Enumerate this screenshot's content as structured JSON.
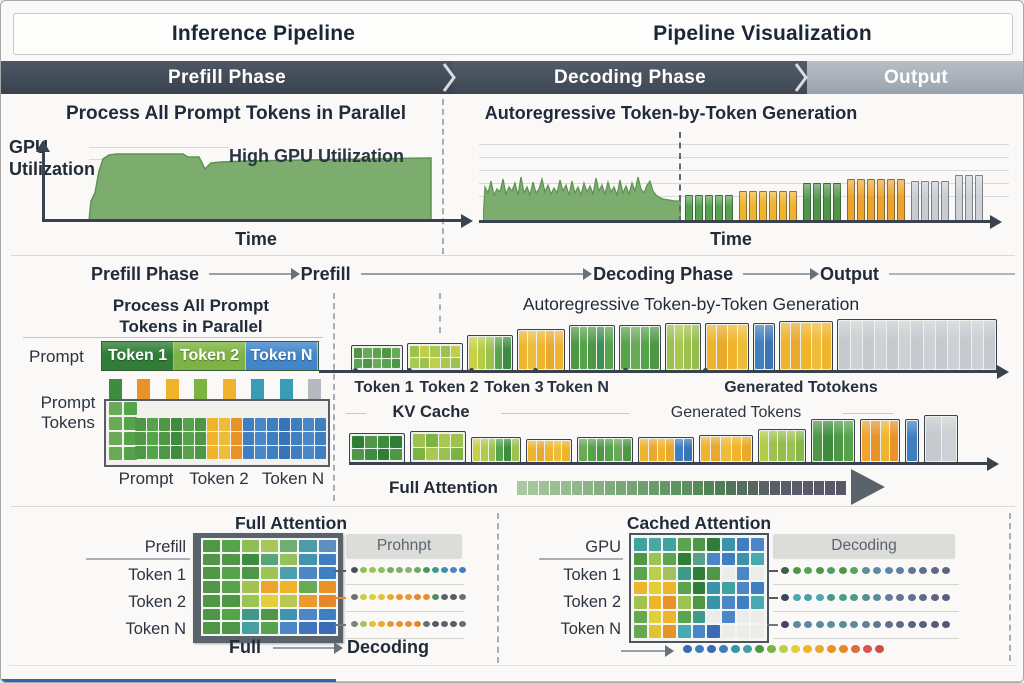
{
  "colors": {
    "ink": "#212b3a",
    "axis": "#39424d",
    "banner_dark": "#39434f",
    "banner_dark_hi": "#4d5764",
    "banner_mid": "#3e4854",
    "banner_mid_hi": "#525c69",
    "banner_light": "#9aa3ad",
    "banner_light_hi": "#b8bec6",
    "green_area": "#7cad6e",
    "green_stroke": "#5e9254",
    "gold": "#f0b42c",
    "orange": "#e8922a",
    "blue": "#3f7fc1",
    "teal": "#3a9bb5"
  },
  "header": {
    "left_title": "Inference Pipeline",
    "right_title": "Pipeline Visualization"
  },
  "banner": {
    "prefill": "Prefill Phase",
    "decoding": "Decoding Phase",
    "output": "Output"
  },
  "top_left": {
    "heading": "Process All Prompt Tokens in Parallel",
    "y_axis_line1": "GPU",
    "y_axis_line2": "Utilization",
    "annotation": "High GPU Utilization",
    "x_axis": "Time"
  },
  "top_right": {
    "heading": "Autoregressive Token-by-Token Generation",
    "x_axis": "Time",
    "bar_groups": [
      {
        "color": "#55a34a",
        "count": 5,
        "h": 26
      },
      {
        "color": "#f0b42c",
        "count": 6,
        "h": 30
      },
      {
        "color": "#4f9747",
        "count": 4,
        "h": 38
      },
      {
        "color": "#eda42c",
        "count": 6,
        "h": 42
      },
      {
        "color": "#c9ccd1",
        "count": 4,
        "h": 40
      },
      {
        "color": "#ced1d6",
        "count": 3,
        "h": 46
      }
    ]
  },
  "flow": {
    "s0": "Prefill Phase",
    "s1": "Prefill",
    "s2": "Decoding Phase",
    "s3": "Output"
  },
  "mid_left": {
    "heading1": "Process All Prompt",
    "heading2": "Tokens in Parallel",
    "prompt_label": "Prompt",
    "tokens": [
      {
        "label": "Token 1",
        "color": "#2f7d36"
      },
      {
        "label": "Token 2",
        "color": "#7cb342"
      },
      {
        "label": "Token N",
        "color": "#4285c8"
      }
    ],
    "stems": [
      "#3e8c3e",
      "#e8922a",
      "#f0b42c",
      "#7cb342",
      "#f0b42c",
      "#3a9bb5",
      "#3a9bb5",
      "#b5b9bf"
    ],
    "side1": "Prompt",
    "side2": "Tokens",
    "left_block": {
      "rows": 4,
      "cols": 2,
      "cellw": 13,
      "cellh": 13,
      "colors": [
        "#68aa55",
        "#55a34a"
      ]
    },
    "main_grid": {
      "rows": 3,
      "cols": 16,
      "cellw": 11,
      "cellh": 13,
      "col_colors": [
        "#4f9747",
        "#55a34a",
        "#4f9747",
        "#3e8c3e",
        "#55a34a",
        "#4f9747",
        "#f0b42c",
        "#edbc3a",
        "#e8922a",
        "#3f7fc1",
        "#4b86c6",
        "#3f7fc1",
        "#3a74b8",
        "#3f7fc1",
        "#4b86c6",
        "#3f7fc1"
      ]
    },
    "bottom_labels": [
      "Prompt",
      "Token 2",
      "Token N"
    ]
  },
  "mid_right": {
    "heading": "Autoregressive Token-by-Token Generation",
    "row1_labels": [
      "Token 1",
      "Token 2",
      "Token 3",
      "Token N",
      "Generated Totokens"
    ],
    "kv_label": "KV Cache",
    "gen_label": "Generated Tokens",
    "fa_label": "Full Attention",
    "row1_blocks": [
      {
        "kind": "grid",
        "w": 52,
        "h": 26,
        "rows": 2,
        "cols": 5,
        "colors": [
          "#4f9747",
          "#68aa55",
          "#5aa44f"
        ]
      },
      {
        "kind": "grid",
        "w": 56,
        "h": 28,
        "rows": 2,
        "cols": 5,
        "colors": [
          "#9dc14f",
          "#c0cf4a",
          "#a9c84f"
        ]
      },
      {
        "kind": "bars",
        "w": 46,
        "h": 36,
        "colors": [
          "#c9d048",
          "#b3cb45",
          "#9dc14f",
          "#55a34a",
          "#3e8c3e"
        ]
      },
      {
        "kind": "bars",
        "w": 48,
        "h": 42,
        "colors": [
          "#f0b42c",
          "#edbc3a",
          "#f0b42c",
          "#e9a92e",
          "#f0b42c"
        ]
      },
      {
        "kind": "bars",
        "w": 46,
        "h": 46,
        "colors": [
          "#4f9747",
          "#55a34a",
          "#4f9747",
          "#3f8f55",
          "#55a34a"
        ]
      },
      {
        "kind": "bars",
        "w": 42,
        "h": 46,
        "colors": [
          "#55a34a",
          "#68aa55",
          "#55a34a",
          "#4f9747"
        ]
      },
      {
        "kind": "bars",
        "w": 36,
        "h": 48,
        "colors": [
          "#9dc14f",
          "#a9c84f",
          "#9dc14f",
          "#93bd4c"
        ]
      },
      {
        "kind": "bars",
        "w": 44,
        "h": 48,
        "colors": [
          "#f0b42c",
          "#e9a92e",
          "#f0b42c",
          "#edbc3a"
        ]
      },
      {
        "kind": "bars",
        "w": 22,
        "h": 48,
        "colors": [
          "#3f7fc1",
          "#3a74b8"
        ]
      },
      {
        "kind": "bars",
        "w": 54,
        "h": 50,
        "colors": [
          "#f0b42c",
          "#e9a92e",
          "#f0b42c",
          "#edbc3a",
          "#f0b42c"
        ]
      },
      {
        "kind": "bars",
        "w": 160,
        "h": 52,
        "colors": [
          "#c6c9ce",
          "#cdd0d4",
          "#c6c9ce",
          "#cdd0d4",
          "#c6c9ce",
          "#cdd0d4",
          "#c6c9ce",
          "#cdd0d4",
          "#c6c9ce",
          "#cdd0d4",
          "#c6c9ce",
          "#cdd0d4",
          "#c6c9ce"
        ]
      }
    ],
    "row1_ticks": [
      352,
      406,
      468,
      532,
      622,
      702
    ],
    "row2_blocks": [
      {
        "kind": "grid",
        "w": 56,
        "h": 30,
        "rows": 2,
        "cols": 4,
        "colors": [
          "#2f7d36",
          "#4f9747",
          "#3e8c3e"
        ]
      },
      {
        "kind": "grid",
        "w": 56,
        "h": 32,
        "rows": 2,
        "cols": 4,
        "colors": [
          "#9dc14f",
          "#7cb342",
          "#a9c84f"
        ]
      },
      {
        "kind": "bars",
        "w": 50,
        "h": 26,
        "colors": [
          "#c9d048",
          "#b3cb45",
          "#9dc14f",
          "#55a34a",
          "#3e8c3e",
          "#9dc14f"
        ]
      },
      {
        "kind": "bars",
        "w": 46,
        "h": 24,
        "colors": [
          "#f0b42c",
          "#e9a92e",
          "#f0b42c",
          "#edbc3a",
          "#f0b42c"
        ]
      },
      {
        "kind": "bars",
        "w": 56,
        "h": 26,
        "colors": [
          "#68aa55",
          "#55a34a",
          "#4f9747",
          "#55a34a",
          "#68aa55",
          "#4f9747"
        ]
      },
      {
        "kind": "bars",
        "w": 56,
        "h": 26,
        "colors": [
          "#f0b42c",
          "#e9a92e",
          "#f0b42c",
          "#e9a92e",
          "#3f7fc1",
          "#3a74b8"
        ]
      },
      {
        "kind": "bars",
        "w": 54,
        "h": 28,
        "colors": [
          "#f0b42c",
          "#e9a92e",
          "#edbc3a",
          "#f0b42c",
          "#e9a92e"
        ]
      },
      {
        "kind": "bars",
        "w": 48,
        "h": 34,
        "colors": [
          "#b3cb45",
          "#9dc14f",
          "#93bd4c",
          "#9dc14f",
          "#86b84a"
        ]
      },
      {
        "kind": "bars",
        "w": 44,
        "h": 44,
        "colors": [
          "#4f9747",
          "#3e8c3e",
          "#4f9747",
          "#55a34a"
        ]
      },
      {
        "kind": "bars",
        "w": 40,
        "h": 44,
        "colors": [
          "#f0a42c",
          "#e8922a",
          "#f0b42c",
          "#e8922a"
        ]
      },
      {
        "kind": "bars",
        "w": 14,
        "h": 44,
        "colors": [
          "#3f7fc1"
        ]
      },
      {
        "kind": "bars",
        "w": 34,
        "h": 48,
        "colors": [
          "#c6c9ce",
          "#cdd0d4"
        ]
      }
    ],
    "fa_squares": [
      "#a9c9a1",
      "#a4c69d",
      "#9fc298",
      "#9abf94",
      "#95bb8f",
      "#8fb78a",
      "#8ab386",
      "#85af81",
      "#80ab7d",
      "#7aa778",
      "#75a374",
      "#709f6f",
      "#6b9b6b",
      "#659766",
      "#609362",
      "#5b8f5d",
      "#568b59",
      "#528355",
      "#527b57",
      "#53745a",
      "#556d5c",
      "#566760",
      "#586163",
      "#595e66",
      "#5a5c68",
      "#5b5b69",
      "#5b5a69",
      "#5a5968",
      "#595867",
      "#585766"
    ]
  },
  "bottom_left": {
    "title": "Full Attention",
    "row_labels": [
      "Prefill",
      "Token 1",
      "Token 2",
      "Token N"
    ],
    "panel_header": "Prohnpt",
    "foot1": "Full",
    "foot2": "Decoding",
    "matrix": [
      [
        "#4f9747",
        "#55a34a",
        "#8fbf52",
        "#a9c65a",
        "#6fae72",
        "#4f9aa8",
        "#5a8fc0"
      ],
      [
        "#4f9747",
        "#4f9747",
        "#3e8c3e",
        "#57a476",
        "#94c05e",
        "#3e95ad",
        "#3f7fc1"
      ],
      [
        "#4f9747",
        "#55a34a",
        "#4f9747",
        "#9ec455",
        "#4d9fae",
        "#4b86c6",
        "#3f7fc1"
      ],
      [
        "#4f9747",
        "#55a34a",
        "#a3c24f",
        "#f0a42c",
        "#f0b42c",
        "#68aa55",
        "#e8922a"
      ],
      [
        "#4f9747",
        "#4f9747",
        "#9cc455",
        "#e3cf3a",
        "#b9c84f",
        "#ec9a2e",
        "#e8862a"
      ],
      [
        "#4f9747",
        "#55a34a",
        "#3f9a8a",
        "#4f9747",
        "#3e95ad",
        "#4b86c6",
        "#3f7fc1"
      ],
      [
        "#4f9747",
        "#4f9747",
        "#45a0a0",
        "#55a34a",
        "#4b86c6",
        "#4273bd",
        "#3a6cb5"
      ]
    ],
    "dots1": [
      "#4a4f55",
      "#8fbf5a",
      "#9cc455",
      "#8fbf5a",
      "#76ad5e",
      "#7fae68",
      "#88b274",
      "#6fa86a",
      "#3f9a5c",
      "#3f9a8a",
      "#3a93a8",
      "#4b86c6",
      "#3f7fc1"
    ],
    "dots2": [
      "#6a6f72",
      "#c9cf3e",
      "#d9d23a",
      "#e0c233",
      "#e9a92e",
      "#e8922a",
      "#ec9a2e",
      "#e8862a",
      "#ea8e2c",
      "#4f8f5a",
      "#5d6468",
      "#565c62",
      "#6a6f72"
    ],
    "dots3": [
      "#7a8578",
      "#a3c25f",
      "#e0c233",
      "#e9a92e",
      "#ec9a2e",
      "#e8922a",
      "#ea8e2c",
      "#e8862a",
      "#6a6f72",
      "#565c62",
      "#5d6468",
      "#565c62",
      "#6a6f72"
    ]
  },
  "bottom_right": {
    "title": "Cached Attention",
    "row_labels": [
      "GPU",
      "Token 1",
      "Token 2",
      "Token N"
    ],
    "panel_header": "Decoding",
    "matrix": [
      [
        "#3fa3a0",
        "#49a9a0",
        "#3fa3a0",
        "#5aa44f",
        "#4f9747",
        "#2f7d36",
        "#3a93a8",
        "#3f7fc1",
        "#4b86c6"
      ],
      [
        "#4f9747",
        "#9cc455",
        "#5aa44f",
        "#2f7d36",
        "#57a08a",
        "#4b86c6",
        "#3f7fc1",
        "#3a93a8",
        "#49a9b0"
      ],
      [
        "#5aa44f",
        "#b9d048",
        "#a3c25f",
        "#3f9a8a",
        "#2f7d36",
        "#4f9747",
        "#ececea",
        "#4b86c6",
        "#ececea"
      ],
      [
        "#f0b42c",
        "#e3cf3a",
        "#f0b42c",
        "#5aa44f",
        "#2f7d36",
        "#3a93a8",
        "#3fa3a0",
        "#4b86c6",
        "#3f7fc1"
      ],
      [
        "#a3c24f",
        "#f0b42c",
        "#e8922a",
        "#9cc455",
        "#4f9747",
        "#3a93a8",
        "#4b86c6",
        "#3f7fc1",
        "#49a9b0"
      ],
      [
        "#6aa84f",
        "#e3cf3a",
        "#f0b42c",
        "#5aa44f",
        "#3f9a8a",
        "#ececea",
        "#4b86c6",
        "#ececea",
        "#ececea"
      ],
      [
        "#6aa84f",
        "#e0c233",
        "#e8922a",
        "#49a9b0",
        "#4b86c6",
        "#3a6cb5",
        "#ececea",
        "#ececea",
        "#ececea"
      ]
    ],
    "dots1": [
      "#3a5f4a",
      "#4f9747",
      "#55a657",
      "#4f9747",
      "#4f9f63",
      "#4f9747",
      "#55a657",
      "#5a8f8f",
      "#5d8aa0",
      "#5f86a8",
      "#607f9f",
      "#5f7795",
      "#5e7090",
      "#5c6a88",
      "#5a6480"
    ],
    "dots2": [
      "#3a4558",
      "#49a9b0",
      "#45a0a8",
      "#49a9b0",
      "#3f9a8a",
      "#45a08a",
      "#4c9a8a",
      "#558f92",
      "#5d8aa0",
      "#607f9f",
      "#5f7795",
      "#5e7090",
      "#5c6a88",
      "#5a6480",
      "#586080"
    ],
    "dots3": [
      "#4a3f68",
      "#5d8aa0",
      "#5f86a8",
      "#5d8aa0",
      "#5a8f9f",
      "#558f92",
      "#5d8aa0",
      "#607f9f",
      "#5f7795",
      "#5e7090",
      "#5c6a88",
      "#5a6480",
      "#586080",
      "#565c7a",
      "#545878"
    ],
    "bottom_dots": [
      "#3a6cb5",
      "#3f7fc1",
      "#3a6cb5",
      "#3f7fc1",
      "#3a93a8",
      "#45a0a0",
      "#4f9747",
      "#7cb342",
      "#b9d048",
      "#e3cf3a",
      "#f0b42c",
      "#e9a92e",
      "#e8922a",
      "#e8862a",
      "#e06a3a",
      "#d9534f",
      "#c94f44"
    ]
  }
}
